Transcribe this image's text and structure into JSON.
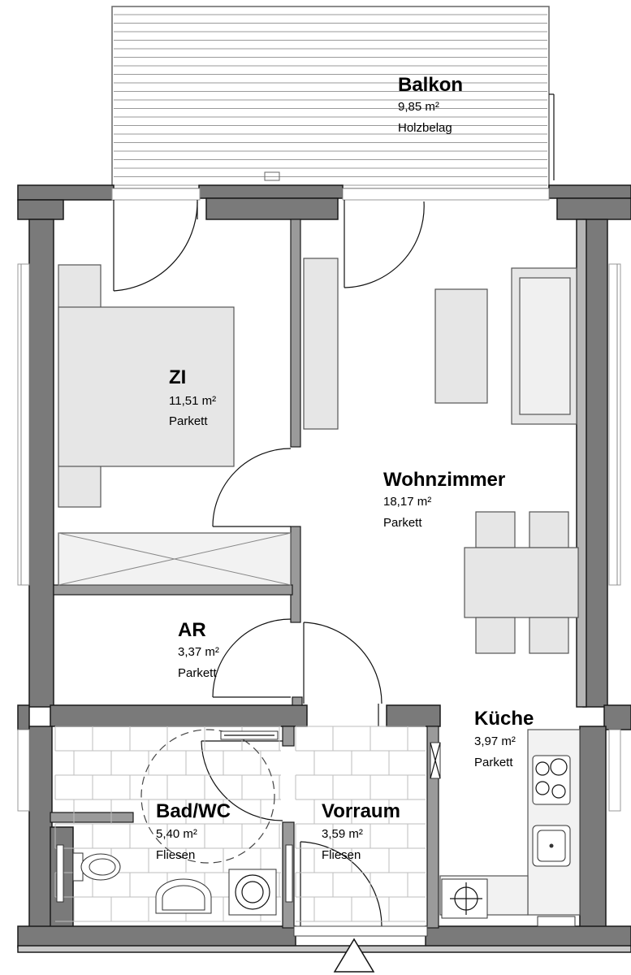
{
  "rooms": {
    "balkon": {
      "name": "Balkon",
      "area": "9,85 m²",
      "floor": "Holzbelag"
    },
    "zi": {
      "name": "ZI",
      "area": "11,51 m²",
      "floor": "Parkett"
    },
    "wohn": {
      "name": "Wohnzimmer",
      "area": "18,17 m²",
      "floor": "Parkett"
    },
    "ar": {
      "name": "AR",
      "area": "3,37 m²",
      "floor": "Parkett"
    },
    "kueche": {
      "name": "Küche",
      "area": "3,97 m²",
      "floor": "Parkett"
    },
    "bad": {
      "name": "Bad/WC",
      "area": "5,40 m²",
      "floor": "Fliesen"
    },
    "vorraum": {
      "name": "Vorraum",
      "area": "3,59 m²",
      "floor": "Fliesen"
    }
  },
  "icons": {
    "entrance": "entrance-arrow-icon",
    "stove": "stove-icon",
    "sink": "sink-icon",
    "toilet": "toilet-icon",
    "washer": "washing-machine-icon"
  },
  "colors": {
    "wall": "#7a7a7a",
    "furniture": "#e6e6e6",
    "tile": "#bdbdbd"
  }
}
